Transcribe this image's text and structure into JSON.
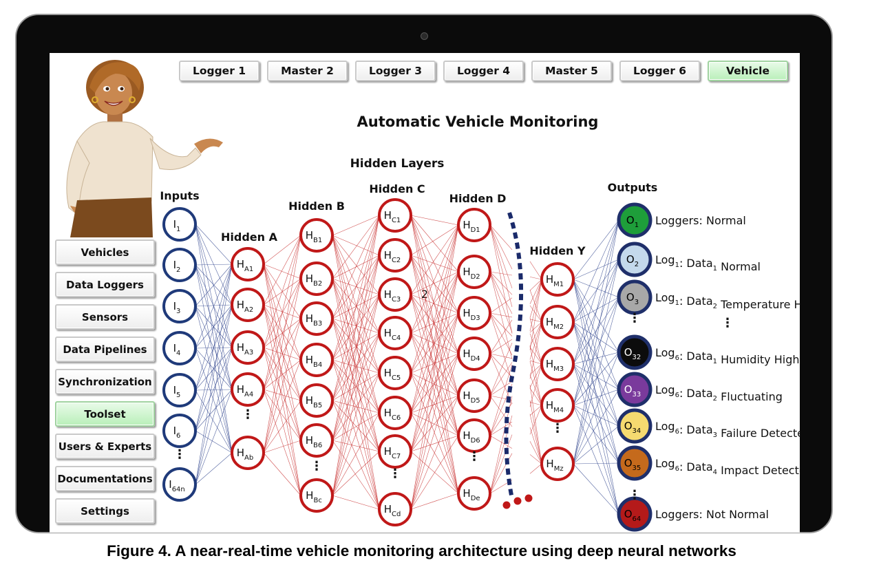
{
  "header": {
    "tabs": [
      {
        "label": "Logger 1",
        "active": false
      },
      {
        "label": "Master 2",
        "active": false
      },
      {
        "label": "Logger 3",
        "active": false
      },
      {
        "label": "Logger 4",
        "active": false
      },
      {
        "label": "Master 5",
        "active": false
      },
      {
        "label": "Logger 6",
        "active": false
      },
      {
        "label": "Vehicle",
        "active": true
      }
    ]
  },
  "sidebar": {
    "items": [
      {
        "label": "Vehicles",
        "active": false
      },
      {
        "label": "Data Loggers",
        "active": false
      },
      {
        "label": "Sensors",
        "active": false
      },
      {
        "label": "Data Pipelines",
        "active": false
      },
      {
        "label": "Synchronization",
        "active": false
      },
      {
        "label": "Toolset",
        "active": true
      },
      {
        "label": "Users & Experts",
        "active": false
      },
      {
        "label": "Documentations",
        "active": false
      },
      {
        "label": "Settings",
        "active": false
      }
    ]
  },
  "main": {
    "title": "Automatic Vehicle Monitoring",
    "hidden_layers_label": "Hidden Layers",
    "stray_mark": "2"
  },
  "network": {
    "layers": [
      {
        "label": "Inputs",
        "nodes": [
          [
            "I",
            "1"
          ],
          [
            "I",
            "2"
          ],
          [
            "I",
            "3"
          ],
          [
            "I",
            "4"
          ],
          [
            "I",
            "5"
          ],
          [
            "I",
            "6"
          ],
          [
            "I",
            "64n"
          ]
        ]
      },
      {
        "label": "Hidden A",
        "nodes": [
          [
            "H",
            "A1"
          ],
          [
            "H",
            "A2"
          ],
          [
            "H",
            "A3"
          ],
          [
            "H",
            "A4"
          ],
          [
            "H",
            "Ab"
          ]
        ]
      },
      {
        "label": "Hidden B",
        "nodes": [
          [
            "H",
            "B1"
          ],
          [
            "H",
            "B2"
          ],
          [
            "H",
            "B3"
          ],
          [
            "H",
            "B4"
          ],
          [
            "H",
            "B5"
          ],
          [
            "H",
            "B6"
          ],
          [
            "H",
            "Bc"
          ]
        ]
      },
      {
        "label": "Hidden C",
        "nodes": [
          [
            "H",
            "C1"
          ],
          [
            "H",
            "C2"
          ],
          [
            "H",
            "C3"
          ],
          [
            "H",
            "C4"
          ],
          [
            "H",
            "C5"
          ],
          [
            "H",
            "C6"
          ],
          [
            "H",
            "C7"
          ],
          [
            "H",
            "Cd"
          ]
        ]
      },
      {
        "label": "Hidden D",
        "nodes": [
          [
            "H",
            "D1"
          ],
          [
            "H",
            "D2"
          ],
          [
            "H",
            "D3"
          ],
          [
            "H",
            "D4"
          ],
          [
            "H",
            "D5"
          ],
          [
            "H",
            "D6"
          ],
          [
            "H",
            "De"
          ]
        ]
      },
      {
        "label": "Hidden Y",
        "nodes": [
          [
            "H",
            "M1"
          ],
          [
            "H",
            "M2"
          ],
          [
            "H",
            "M3"
          ],
          [
            "H",
            "M4"
          ],
          [
            "H",
            "Mz"
          ]
        ]
      },
      {
        "label": "Outputs",
        "nodes": [
          [
            "O",
            "1"
          ],
          [
            "O",
            "2"
          ],
          [
            "O",
            "3"
          ],
          [
            "O",
            "32"
          ],
          [
            "O",
            "33"
          ],
          [
            "O",
            "34"
          ],
          [
            "O",
            "35"
          ],
          [
            "O",
            "64"
          ]
        ]
      }
    ],
    "output_descriptions": [
      [
        [
          "Loggers: Normal",
          ""
        ]
      ],
      [
        [
          "Log",
          "1"
        ],
        [
          ": Data",
          "1"
        ],
        [
          " Normal",
          ""
        ]
      ],
      [
        [
          "Log",
          "1"
        ],
        [
          ": Data",
          "2"
        ],
        [
          " Temperature High",
          ""
        ]
      ],
      [
        [
          "Log",
          "6"
        ],
        [
          ": Data",
          "1"
        ],
        [
          " Humidity High",
          ""
        ]
      ],
      [
        [
          "Log",
          "6"
        ],
        [
          ": Data",
          "2"
        ],
        [
          " Fluctuating",
          ""
        ]
      ],
      [
        [
          "Log",
          "6"
        ],
        [
          ": Data",
          "3"
        ],
        [
          " Failure Detected",
          ""
        ]
      ],
      [
        [
          "Log",
          "6"
        ],
        [
          ": Data",
          "4"
        ],
        [
          " Impact Detected",
          ""
        ]
      ],
      [
        [
          "Loggers: Not Normal",
          ""
        ]
      ]
    ],
    "output_fill_colors": [
      "#1e9e3a",
      "#c4d9ec",
      "#a8a8a8",
      "#0c0c0c",
      "#7a3a9c",
      "#f5da70",
      "#c56a1c",
      "#b41a1a"
    ],
    "output_text_colors": [
      "#000000",
      "#000000",
      "#000000",
      "#ffffff",
      "#ffffff",
      "#000000",
      "#000000",
      "#000000"
    ],
    "colors": {
      "input_ring": "#1f3a7a",
      "hidden_ring": "#c01818",
      "output_ring": "#1f2f6a",
      "edge_red": "#c62828",
      "edge_blue": "#2a3f8a",
      "accent_green": "#b9efb9"
    }
  },
  "caption": "Figure 4. A near-real-time vehicle monitoring architecture using deep neural networks"
}
